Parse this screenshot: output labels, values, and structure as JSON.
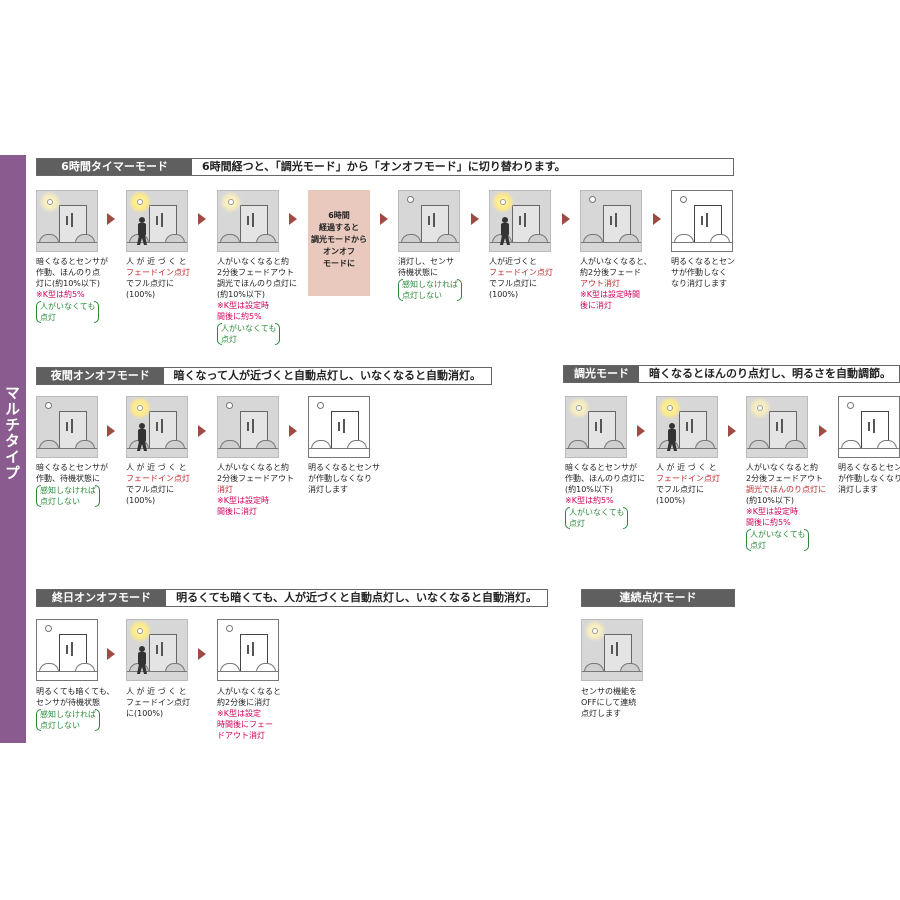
{
  "side_label": "マルチタイプ",
  "timer": {
    "title": "6時間タイマーモード",
    "desc": "6時間経つと、「調光モード」から「オンオフモード」に切り替わります。",
    "transition_lines": [
      "6時間",
      "経過すると",
      "調光モードから",
      "オンオフ",
      "モードに"
    ],
    "steps": [
      {
        "lines": [
          "暗くなるとセンサが",
          "作動、ほんのり点",
          "灯に(約10%以下)"
        ],
        "green": [
          "人がいなくても",
          "点灯"
        ],
        "mag": [
          "※K型は約5%"
        ]
      },
      {
        "lines": [
          "人 が 近 づ く と"
        ],
        "red": [
          "フェードイン点灯"
        ],
        "lines2": [
          "でフル点灯に",
          "(100%)"
        ]
      },
      {
        "lines": [
          "人がいなくなると約",
          "2分後フェードアウト",
          "調光でほんのり点灯に",
          "(約10%以下)"
        ],
        "mag": [
          "※K型は設定時",
          "間後に約5%"
        ],
        "green": [
          "人がいなくても",
          "点灯"
        ]
      },
      {
        "lines": [
          "消灯し、センサ",
          "待機状態に"
        ],
        "green": [
          "感知しなければ",
          "点灯しない"
        ]
      },
      {
        "lines": [
          "人が近づくと"
        ],
        "red": [
          "フェードイン点灯"
        ],
        "lines2": [
          "でフル点灯に",
          "(100%)"
        ]
      },
      {
        "lines": [
          "人がいなくなると、",
          "約2分後フェード"
        ],
        "red": [
          "アウト消灯"
        ],
        "mag": [
          "※K型は設定時間",
          "後に消灯"
        ]
      },
      {
        "lines": [
          "明るくなるとセン",
          "サが作動しなく",
          "なり消灯します"
        ]
      }
    ]
  },
  "night": {
    "title": "夜間オンオフモード",
    "desc": "暗くなって人が近づくと自動点灯し、いなくなると自動消灯。",
    "steps": [
      {
        "lines": [
          "暗くなるとセンサが",
          "作動、待機状態に"
        ],
        "green": [
          "感知しなければ",
          "点灯しない"
        ]
      },
      {
        "lines": [
          "人 が 近 づ く と"
        ],
        "red": [
          "フェードイン点灯"
        ],
        "lines2": [
          "でフル点灯に",
          "(100%)"
        ]
      },
      {
        "lines": [
          "人がいなくなると約",
          "2分後フェードアウト"
        ],
        "red": [
          "消灯"
        ],
        "mag": [
          "※K型は設定時",
          "間後に消灯"
        ]
      },
      {
        "lines": [
          "明るくなるとセンサ",
          "が作動しなくなり",
          "消灯します"
        ]
      }
    ]
  },
  "dimming": {
    "title": "調光モード",
    "desc": "暗くなるとほんのり点灯し、明るさを自動調節。",
    "steps": [
      {
        "lines": [
          "暗くなるとセンサが",
          "作動、ほんのり点灯に",
          "(約10%以下)"
        ],
        "mag": [
          "※K型は約5%"
        ],
        "green": [
          "人がいなくても",
          "点灯"
        ]
      },
      {
        "lines": [
          "人 が 近 づ く と"
        ],
        "red": [
          "フェードイン点灯"
        ],
        "lines2": [
          "でフル点灯に",
          "(100%)"
        ]
      },
      {
        "lines": [
          "人がいなくなると約",
          "2分後フェードアウト"
        ],
        "red": [
          "調光でほんのり点灯に"
        ],
        "lines2": [
          "(約10%以下)"
        ],
        "mag": [
          "※K型は設定時",
          "間後に約5%"
        ],
        "green": [
          "人がいなくても",
          "点灯"
        ]
      },
      {
        "lines": [
          "明るくなるとセンサ",
          "が作動しなくなり",
          "消灯します"
        ]
      }
    ]
  },
  "allday": {
    "title": "終日オンオフモード",
    "desc": "明るくても暗くても、人が近づくと自動点灯し、いなくなると自動消灯。",
    "steps": [
      {
        "lines": [
          "明るくても暗くても、",
          "センサが待機状態"
        ],
        "green": [
          "感知しなければ",
          "点灯しない"
        ]
      },
      {
        "lines": [
          "人 が 近 づ く と",
          "フェードイン点灯",
          "に(100%)"
        ]
      },
      {
        "lines": [
          "人がいなくなると",
          "約2分後に消灯"
        ],
        "mag": [
          "※K型は設定",
          "時間後にフェー",
          "ドアウト消灯"
        ]
      }
    ]
  },
  "continuous": {
    "title": "連続点灯モード",
    "steps": [
      {
        "lines": [
          "センサの機能を",
          "OFFにして連続",
          "点灯します"
        ]
      }
    ]
  },
  "colors": {
    "side": "#8a5b8e",
    "header_bg": "#5f5f5f",
    "arrow": "#a04a44",
    "accent_red": "#c0282c",
    "note_magenta": "#d1005d",
    "green_paren": "#2a8a3a",
    "transition_box": "#e9c9bd"
  }
}
